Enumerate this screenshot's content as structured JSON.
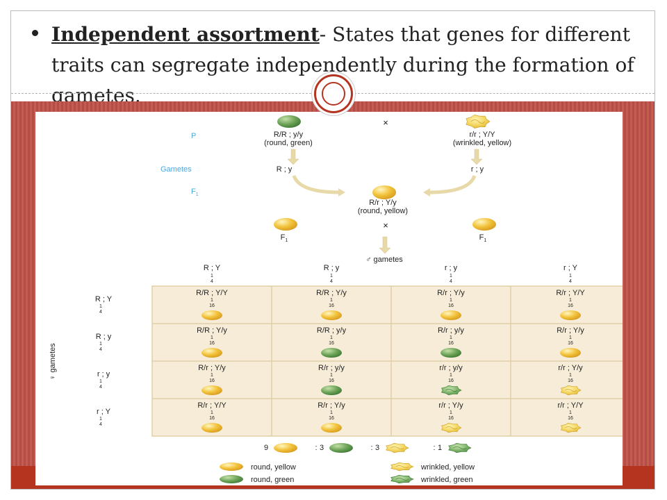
{
  "slide": {
    "title_term": "Independent assortment",
    "title_rest": "- States that genes for different traits can segregate independently during the formation of gametes."
  },
  "figure": {
    "row_labels": {
      "p": "P",
      "gametes": "Gametes",
      "f1": "F",
      "f1_sub": "1"
    },
    "parent_left": {
      "genotype": "R/R ; y/y",
      "phenotype": "(round, green)",
      "gamete": "R ; y"
    },
    "cross_symbol": "×",
    "parent_right": {
      "genotype": "r/r ; Y/Y",
      "phenotype": "(wrinkled, yellow)",
      "gamete": "r ; y"
    },
    "f1_offspring": {
      "genotype": "R/r ; Y/y",
      "phenotype": "(round, yellow)"
    },
    "f1_left": {
      "label": "F",
      "sub": "1"
    },
    "f1_right": {
      "label": "F",
      "sub": "1"
    },
    "male_gametes_label": "♂ gametes",
    "female_gametes_label": "♀ gametes",
    "fraction_top": "1",
    "fraction_bottom": "4",
    "cell_fraction_top": "1",
    "cell_fraction_bottom": "16",
    "column_headers": [
      "R ; Y",
      "R ; y",
      "r ; y",
      "r ; Y"
    ],
    "row_headers": [
      "R ; Y",
      "R ; y",
      "r ; y",
      "r ; Y"
    ],
    "grid": [
      [
        {
          "genotype": "R/R ; Y/Y",
          "pea": "round-yellow"
        },
        {
          "genotype": "R/R ; Y/y",
          "pea": "round-yellow"
        },
        {
          "genotype": "R/r ; Y/y",
          "pea": "round-yellow"
        },
        {
          "genotype": "R/r ; Y/Y",
          "pea": "round-yellow"
        }
      ],
      [
        {
          "genotype": "R/R ; Y/y",
          "pea": "round-yellow"
        },
        {
          "genotype": "R/R ; y/y",
          "pea": "round-green"
        },
        {
          "genotype": "R/r ; y/y",
          "pea": "round-green"
        },
        {
          "genotype": "R/r ; Y/y",
          "pea": "round-yellow"
        }
      ],
      [
        {
          "genotype": "R/r ; Y/y",
          "pea": "round-yellow"
        },
        {
          "genotype": "R/r ; y/y",
          "pea": "round-green"
        },
        {
          "genotype": "r/r ; y/y",
          "pea": "wrinkled-green"
        },
        {
          "genotype": "r/r ; Y/y",
          "pea": "wrinkled-yellow"
        }
      ],
      [
        {
          "genotype": "R/r ; Y/Y",
          "pea": "round-yellow"
        },
        {
          "genotype": "R/r ; Y/y",
          "pea": "round-yellow"
        },
        {
          "genotype": "r/r ; Y/y",
          "pea": "wrinkled-yellow"
        },
        {
          "genotype": "r/r ; Y/Y",
          "pea": "wrinkled-yellow"
        }
      ]
    ],
    "ratio": [
      {
        "count": "9",
        "pea": "round-yellow"
      },
      {
        "count": "3",
        "pea": "round-green"
      },
      {
        "count": "3",
        "pea": "wrinkled-yellow"
      },
      {
        "count": "1",
        "pea": "wrinkled-green"
      }
    ],
    "ratio_separator": ":",
    "legend": [
      {
        "pea": "round-yellow",
        "label": "round, yellow"
      },
      {
        "pea": "wrinkled-yellow",
        "label": "wrinkled, yellow"
      },
      {
        "pea": "round-green",
        "label": "round, green"
      },
      {
        "pea": "wrinkled-green",
        "label": "wrinkled, green"
      }
    ],
    "colors": {
      "round_yellow": "#f2c23a",
      "round_green": "#5f9a4e",
      "wrinkled_yellow": "#f3d35a",
      "wrinkled_green": "#6aa35a",
      "grid_bg": "#f6ecd8",
      "grid_line": "#e0cfa8",
      "label_blue": "#49a8dd",
      "arrow": "#e8d9a8"
    }
  }
}
